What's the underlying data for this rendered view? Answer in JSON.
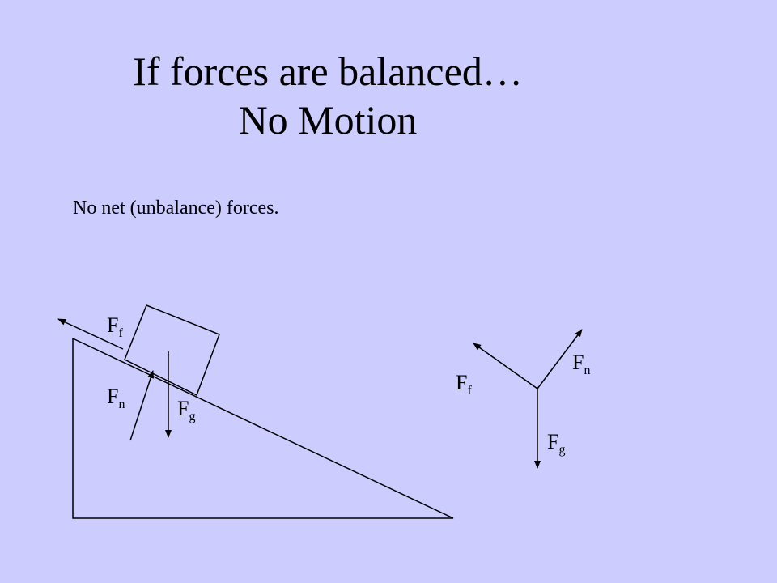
{
  "slide": {
    "title_line1": "If forces are balanced…",
    "title_line2": "No Motion",
    "body_text": "No net (unbalance) forces."
  },
  "incline_diagram": {
    "friction_label": {
      "main": "F",
      "sub": "f"
    },
    "normal_label": {
      "main": "F",
      "sub": "n"
    },
    "gravity_label": {
      "main": "F",
      "sub": "g"
    }
  },
  "free_body_diagram": {
    "friction_label": {
      "main": "F",
      "sub": "f"
    },
    "normal_label": {
      "main": "F",
      "sub": "n"
    },
    "gravity_label": {
      "main": "F",
      "sub": "g"
    }
  }
}
